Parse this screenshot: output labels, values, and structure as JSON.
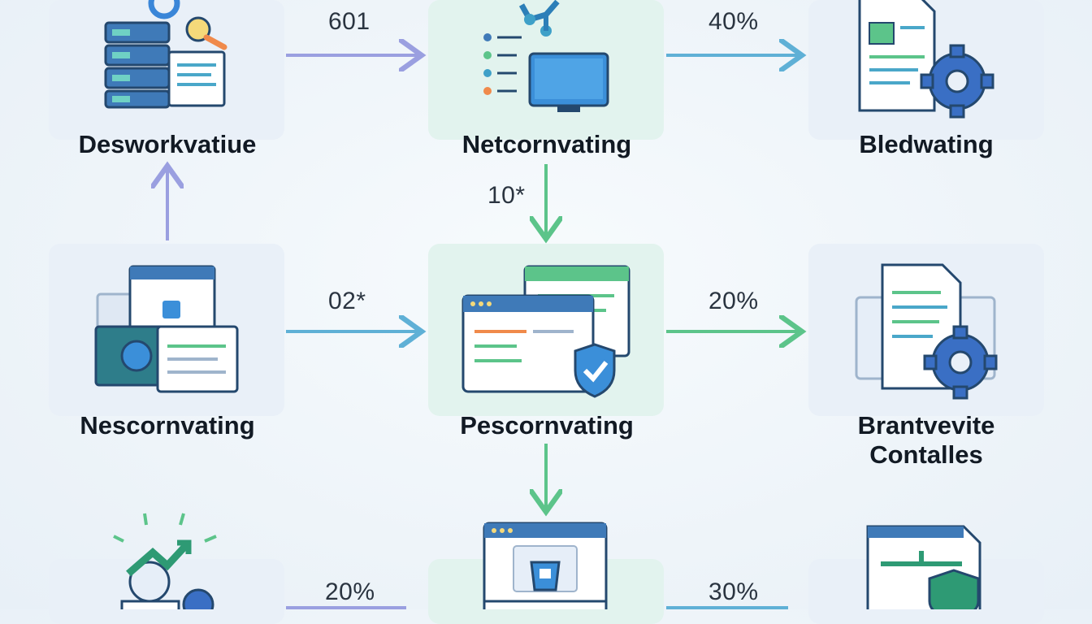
{
  "nodes": {
    "r1c1": "Desworkvatiue",
    "r1c2": "Netcornvating",
    "r1c3": "Bledwating",
    "r2c1": "Nescornvating",
    "r2c2": "Pescornvating",
    "r2c3_line1": "Brantvevite",
    "r2c3_line2": "Contalles"
  },
  "edges": {
    "r1_c1_c2": "601",
    "r1_c2_c3": "40%",
    "c2_r1_r2": "10*",
    "r2_c1_c2": "02*",
    "r2_c2_c3": "20%",
    "r3_c1_c2": "20%",
    "r3_c2_c3": "30%"
  },
  "colors": {
    "arrow_purple": "#9a9fe0",
    "arrow_blue": "#5fb0d6",
    "arrow_green": "#5cc48a",
    "card_bg": "#e9f0f8",
    "card_mid_bg": "#e2f3ee"
  }
}
